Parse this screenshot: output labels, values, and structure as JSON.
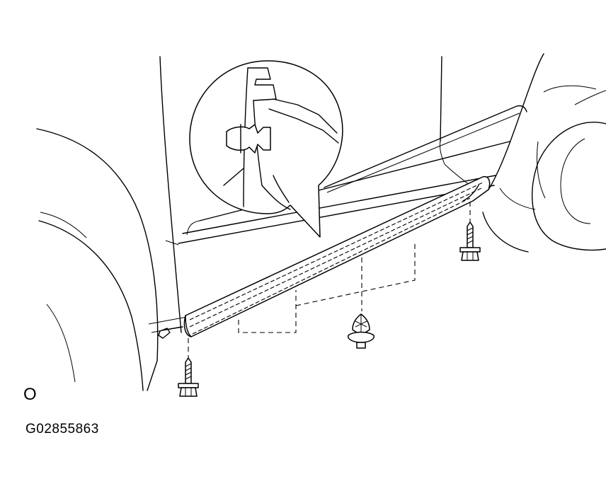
{
  "figure": {
    "mark": "O",
    "code": "G02855863"
  },
  "parts": {
    "front_bolt": "bolt-icon",
    "center_clip": "clip-icon",
    "rear_bolt": "bolt-icon",
    "molding": "rocker-panel-molding",
    "detail": "clip-cross-section-detail"
  }
}
